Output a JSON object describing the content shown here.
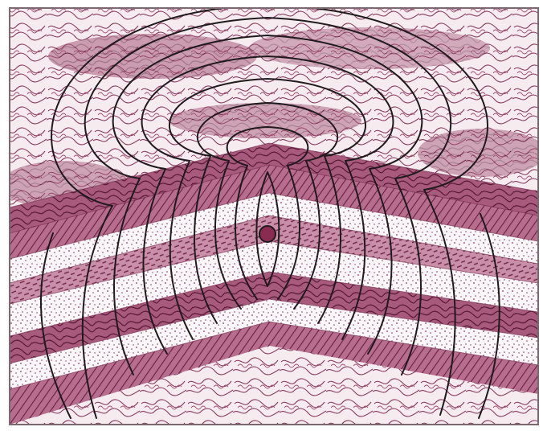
{
  "diagram": {
    "colors": {
      "background": "#ffffff",
      "paper": "#f7f0f3",
      "rock": "#8a3a5e",
      "rock_dark": "#6e2447",
      "rock_light": "#c58fa6",
      "line": "#1f1a1c",
      "frame": "#7a6a70",
      "focus": "#8a2c52"
    },
    "elements": {
      "frame": "scene-frame",
      "rock_strata": "anticline-rock-strata",
      "contours": "field-contour-lines",
      "focus": "central-focus-dot"
    }
  }
}
